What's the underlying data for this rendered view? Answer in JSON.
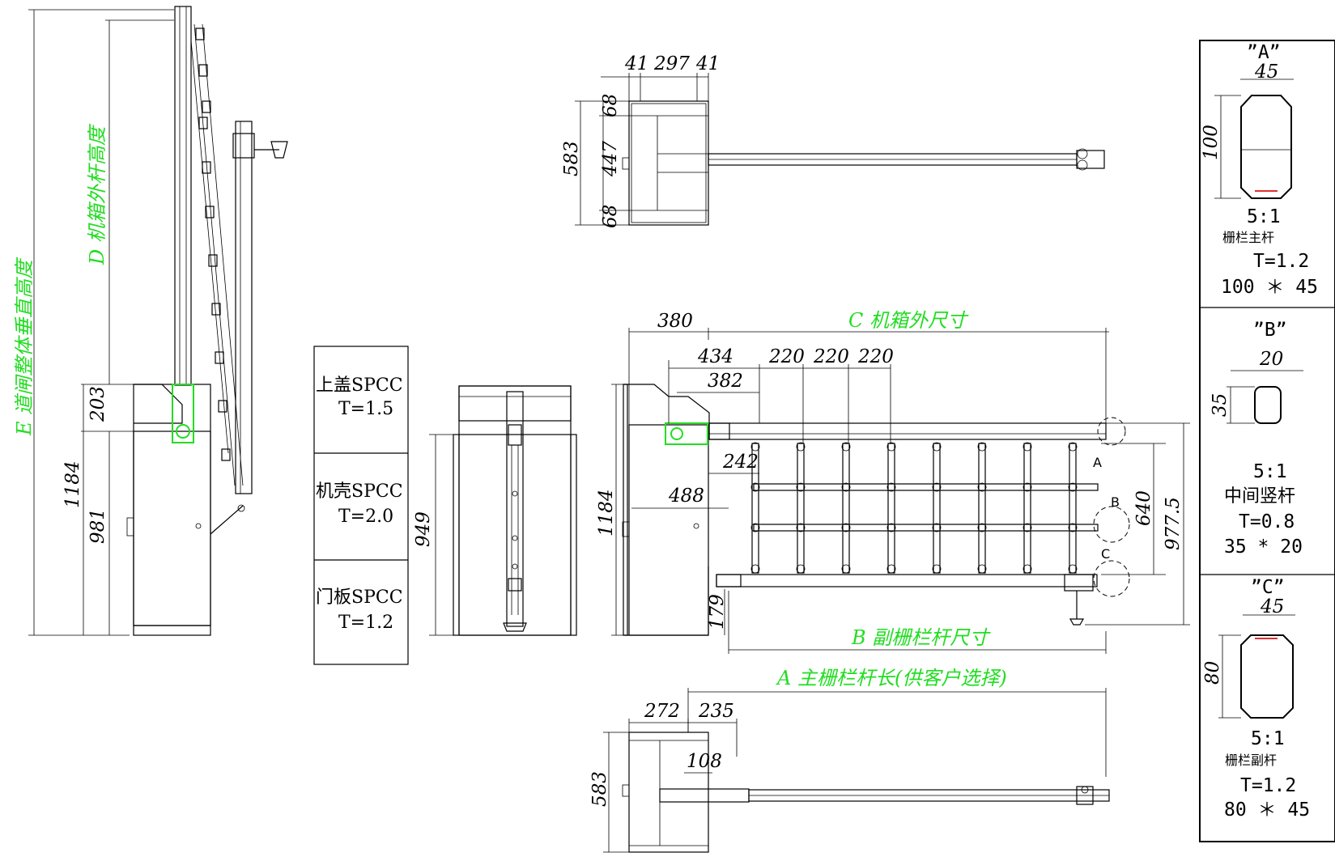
{
  "labels": {
    "E": "E 道闸整体垂直高度",
    "D": "D 机箱外杆高度",
    "C": "C 机箱外尺寸",
    "B": "B 副栅栏杆尺寸",
    "A": "A 主栅栏杆长(供客户选择)"
  },
  "dims": {
    "side_1184": "1184",
    "side_981": "981",
    "side_203": "203",
    "front_949": "949",
    "top_41a": "41",
    "top_297": "297",
    "top_41b": "41",
    "top_583": "583",
    "top_68a": "68",
    "top_447": "447",
    "top_68b": "68",
    "main_380": "380",
    "main_434": "434",
    "main_382": "382",
    "main_220a": "220",
    "main_220b": "220",
    "main_220c": "220",
    "main_242": "242",
    "main_488": "488",
    "main_1184": "1184",
    "main_179": "179",
    "main_640": "640",
    "main_977": "977.5",
    "bot_272": "272",
    "bot_235": "235",
    "bot_108": "108",
    "bot_583": "583"
  },
  "materials": [
    {
      "name": "上盖SPCC",
      "t": "T=1.5"
    },
    {
      "name": "机壳SPCC",
      "t": "T=2.0"
    },
    {
      "name": "门板SPCC",
      "t": "T=1.2"
    }
  ],
  "sections": [
    {
      "tag": "”A”",
      "w": "45",
      "h": "100",
      "scale": "5:1",
      "desc": "栅栏主杆",
      "t": "T=1.2",
      "size": "100 ＊ 45"
    },
    {
      "tag": "”B”",
      "w": "20",
      "h": "35",
      "scale": "5:1",
      "desc": "中间竖杆",
      "t": "T=0.8",
      "size": "35 * 20"
    },
    {
      "tag": "”C”",
      "w": "45",
      "h": "80",
      "scale": "5:1",
      "desc": "栅栏副杆",
      "t": "T=1.2",
      "size": "80 ＊ 45"
    }
  ],
  "detail_marks": {
    "a": "A",
    "b": "B",
    "c": "C"
  }
}
